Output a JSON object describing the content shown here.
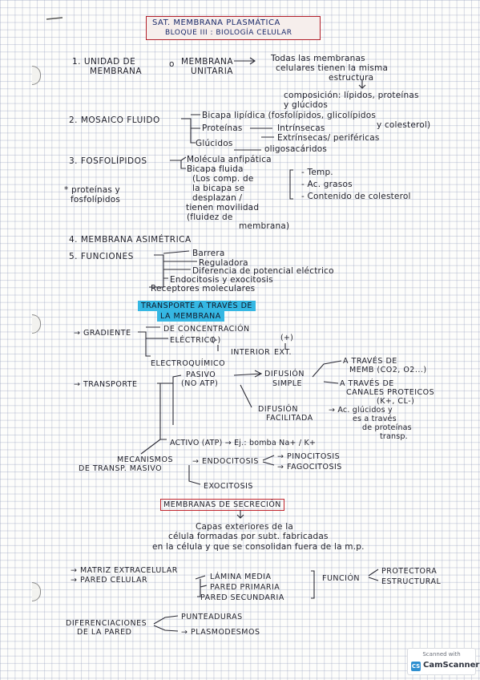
{
  "header": {
    "line1": "SAT. MEMBRANA PLASMÁTICA",
    "line2": "BLOQUE III : BIOLOGÍA CELULAR"
  },
  "s1": {
    "label_a": "1. UNIDAD DE",
    "label_b": "MEMBRANA",
    "or": "o",
    "alt_a": "MEMBRANA",
    "alt_b": "UNITARIA",
    "desc_a": "Todas las membranas",
    "desc_b": "celulares tienen la misma",
    "desc_c": "estructura",
    "comp_a": "composición: lípidos, proteínas",
    "comp_b": "y glúcidos"
  },
  "s2": {
    "label": "2. MOSAICO FLUIDO",
    "i1": "Bicapa lipídica (fosfolípidos, glicolípidos",
    "i1b": "y colesterol)",
    "i2": "Proteínas",
    "i2a": "Intrínsecas",
    "i2b": "Extrínsecas/ periféricas",
    "i3": "Glúcidos",
    "i3a": "oligosacáridos"
  },
  "s3": {
    "label": "3. FOSFOLÍPIDOS",
    "m1": "Molécula anfipática",
    "m2": "Bicapa fluida",
    "m3": "(Los comp. de",
    "m4": "la bicapa se",
    "m5": "desplazan /",
    "m6": "tienen movilidad",
    "m7": "(fluidez de",
    "m8": "membrana)",
    "star": "* proteínas y",
    "star2": "fosfolípidos",
    "f1": "- Temp.",
    "f2": "- Ac. grasos",
    "f3": "- Contenido de colesterol"
  },
  "s4": {
    "label": "4. MEMBRANA ASIMÉTRICA"
  },
  "s5": {
    "label": "5. FUNCIONES",
    "f1": "Barrera",
    "f2": "Reguladora",
    "f3": "Diferencia de potencial eléctrico",
    "f4": "Endocitosis y exocitosis",
    "f5": "Receptores moleculares"
  },
  "transport": {
    "title1": "TRANSPORTE A TRAVÉS DE",
    "title2": "LA MEMBRANA",
    "gradient": "→ GRADIENTE",
    "conc": "DE CONCENTRACIÓN",
    "elec": "ELÉCTRICO",
    "minus": "(-)",
    "plus": "(+)",
    "int": "INTERIOR",
    "ext": "EXT.",
    "electro": "ELECTROQUÍMICO",
    "transporte": "→ TRANSPORTE",
    "pasivo1": "PASIVO",
    "pasivo2": "(NO ATP)",
    "difusion": "DIFUSIÓN",
    "simple": "SIMPLE",
    "through1": "A TRAVÉS DE",
    "through1b": "MEMB (CO2, O2...)",
    "canales1": "A TRAVÉS DE",
    "canales2": "CANALES PROTEICOS",
    "canales3": "(K+, Cl-)",
    "dif2": "DIFUSIÓN",
    "facil": "FACILITADA",
    "ac1": "→ Ac. glúcidos y",
    "ac2": "es a través",
    "ac3": "de proteínas",
    "ac4": "transp.",
    "activo": "ACTIVO (ATP) → Ej.: bomba Na+ / K+",
    "mec1": "MECANISMOS",
    "mec2": "DE TRANSP. MASIVO",
    "endo": "→ ENDOCITOSIS",
    "pino": "→ PINOCITOSIS",
    "fago": "→ FAGOCITOSIS",
    "exo": "EXOCITOSIS"
  },
  "secretion": {
    "title": "MEMBRANAS DE SECRECIÓN",
    "d1": "Capas exteriores de la",
    "d2": "célula formadas por subt. fabricadas",
    "d3": "en la célula y que se consolidan fuera de la m.p."
  },
  "wall": {
    "matriz": "→ MATRIZ EXTRACELULAR",
    "pared": "→ PARED CELULAR",
    "lam": "LÁMINA MEDIA",
    "prim": "PARED PRIMARIA",
    "sec": "PARED SECUNDARIA",
    "func": "FUNCIÓN",
    "prot": "PROTECTORA",
    "estr": "ESTRUCTURAL",
    "dif1": "DIFERENCIACIONES",
    "dif2": "DE LA PARED",
    "punt": "PUNTEADURAS",
    "plasmo": "→ PLASMODESMOS"
  },
  "scanner": {
    "top": "Scanned with",
    "badge": "CS",
    "name": "CamScanner"
  }
}
